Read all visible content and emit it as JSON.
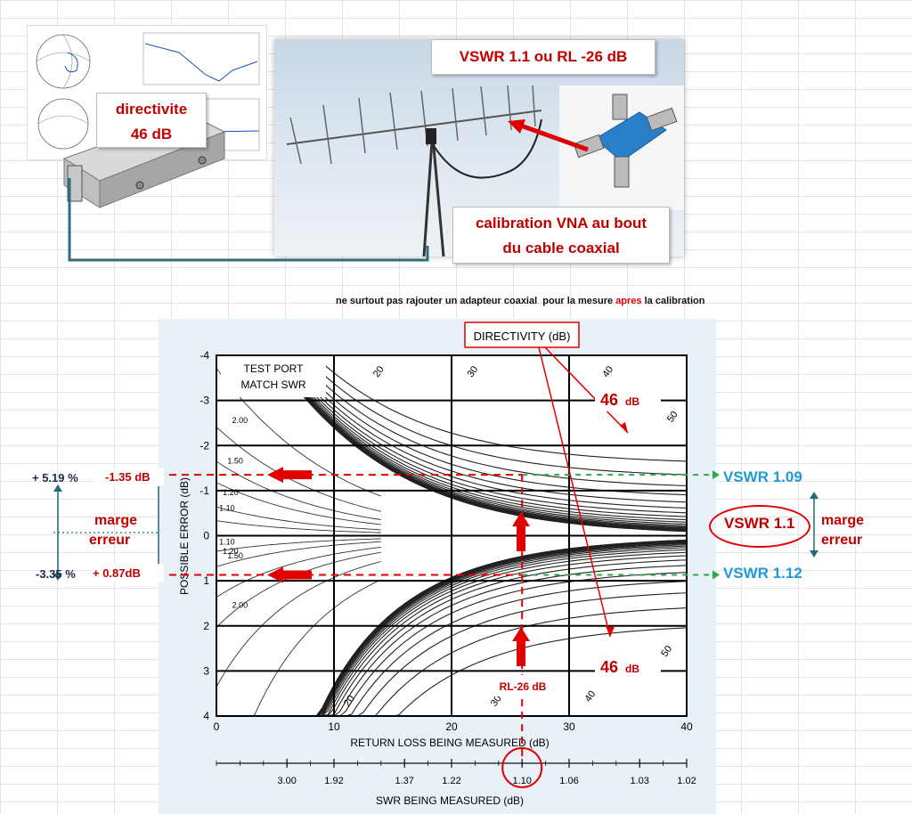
{
  "top": {
    "callout_vswr": "VSWR 1.1  ou RL -26 dB",
    "callout_directivity": [
      "directivite",
      "46 dB"
    ],
    "callout_calibration": [
      "calibration VNA au bout",
      "du cable coaxial"
    ],
    "note_before": "ne surtout pas rajouter un adapteur coaxial  pour la mesure ",
    "note_highlight": "apres",
    "note_after": " la calibration"
  },
  "chart_data": {
    "type": "diagram",
    "chart_title": "DIRECTIVITY (dB)",
    "box_label": [
      "TEST PORT",
      "MATCH SWR"
    ],
    "xlabel": "RETURN LOSS BEING MEASURED (dB)",
    "ylabel": "POSSIBLE ERROR (dB)",
    "xlim": [
      0,
      40
    ],
    "ylim": [
      -4,
      4
    ],
    "x_ticks": [
      "0",
      "10",
      "20",
      "30",
      "40"
    ],
    "y_ticks": [
      "-4",
      "-3",
      "-2",
      "-1",
      "0",
      "1",
      "2",
      "3",
      "4"
    ],
    "swr_axis_label": "SWR BEING MEASURED (dB)",
    "swr_ticks": [
      "3.00",
      "1.92",
      "1.37",
      "1.22",
      "1.10",
      "1.06",
      "1.03",
      "1.02"
    ],
    "directivity_curve_labels": [
      "20",
      "30",
      "40",
      "50"
    ],
    "swr_curve_labels": [
      "2.00",
      "1.50",
      "1.20",
      "1.10"
    ],
    "measured_return_loss": 26,
    "error_upper_db": -1.35,
    "error_lower_db": 0.87
  },
  "annotations": {
    "directivity_top": "46",
    "directivity_bottom": "46",
    "db_unit": "dB",
    "rl_label": "RL-26 dB",
    "err_upper": "-1.35 dB",
    "err_lower": "+ 0.87dB",
    "pct_upper": "+ 5.19 %",
    "pct_lower": "-3.35 %",
    "marge_left": [
      "marge",
      "erreur"
    ],
    "marge_right": [
      "marge",
      "erreur"
    ],
    "vswr_upper": "VSWR 1.09",
    "vswr_center": "VSWR 1.1",
    "vswr_lower": "VSWR 1.12"
  },
  "colors": {
    "red": "#c00000",
    "blue": "#1e9ad6",
    "navy": "#1f2a44",
    "chart_bg": "#e9f1f8"
  }
}
